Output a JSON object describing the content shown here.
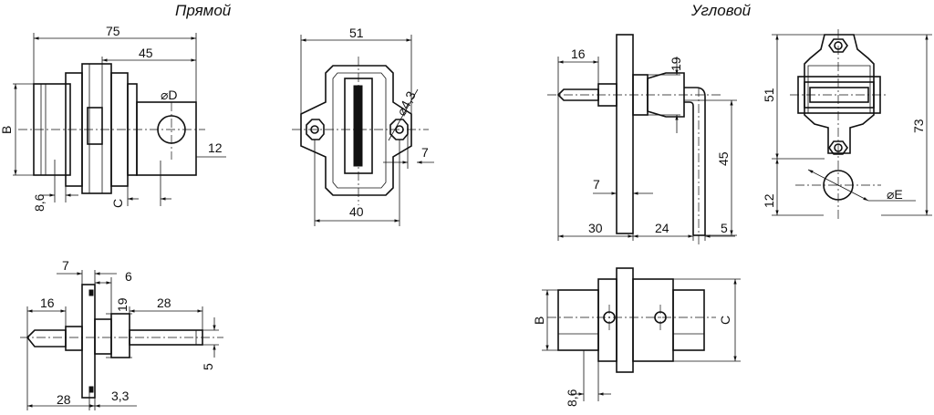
{
  "titles": {
    "straight": "Прямой",
    "angled": "Угловой"
  },
  "dims": {
    "d75": "75",
    "d45a": "45",
    "dD": "⌀D",
    "dB1": "B",
    "d12a": "12",
    "d86a": "8,6",
    "dC1": "C",
    "d51a": "51",
    "d43": "⌀4,3",
    "d7a": "7",
    "d40": "40",
    "d7b": "7",
    "d6": "6",
    "d16a": "16",
    "d19a": "19",
    "d28a": "28",
    "d5a": "5",
    "d28b": "28",
    "d33": "3,3",
    "d16b": "16",
    "d19b": "19",
    "d45b": "45",
    "d7c": "7",
    "d30": "30",
    "d24": "24",
    "d5b": "5",
    "d51b": "51",
    "d73": "73",
    "d12b": "12",
    "dE": "⌀E",
    "dB2": "B",
    "dC2": "C",
    "d86b": "8,6"
  }
}
